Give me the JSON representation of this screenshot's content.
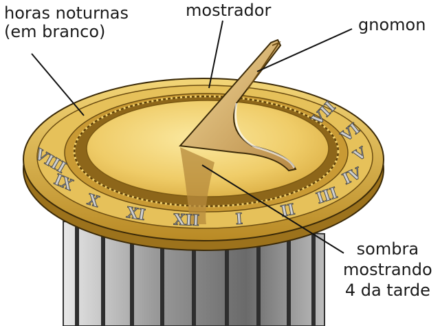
{
  "labels": {
    "night_hours": [
      "horas noturnas",
      "(em branco)"
    ],
    "dial": "mostrador",
    "gnomon": "gnomon",
    "shadow": [
      "sombra",
      "mostrando",
      "4 da tarde"
    ]
  },
  "ring_numerals": [
    "VIII",
    "IX",
    "X",
    "XI",
    "XII",
    "I",
    "II",
    "III",
    "IV",
    "V",
    "VI",
    "VII"
  ],
  "colors": {
    "gold_light": "#f5dc7e",
    "gold": "#e2b94a",
    "gold_dark": "#a47a1c",
    "pedestal": "#3a3a3a",
    "leader_line": "#111111"
  }
}
